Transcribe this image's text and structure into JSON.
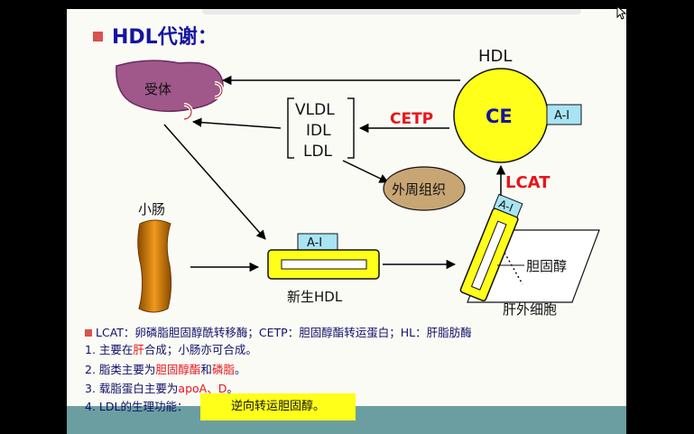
{
  "slide": {
    "title": "HDL代谢：",
    "labels": {
      "hdl": "HDL",
      "ce": "CE",
      "ai_hdl": "A-Ⅰ",
      "ai_nascent": "A-Ⅰ",
      "ai_cell": "A-Ⅰ",
      "cetp": "CETP",
      "lcat": "LCAT",
      "vldl": "VLDL",
      "idl": "IDL",
      "ldl": "LDL",
      "receptor": "受体",
      "intestine": "小肠",
      "peripheral": "外周组织",
      "nascent_hdl": "新生HDL",
      "cholesterol": "胆固醇",
      "extrahepatic": "肝外细胞"
    },
    "notes": {
      "definition": "LCAT：卵磷脂胆固醇酰转移酶；CETP：胆固醇酯转运蛋白；HL：肝脂肪酶",
      "point1_pre": "1. 主要在",
      "point1_red": "肝",
      "point1_post": "合成；小肠亦可合成。",
      "point2_pre": "2. 脂类主要为",
      "point2_red1": "胆固醇酯",
      "point2_mid": "和",
      "point2_red2": "磷脂",
      "point2_post": "。",
      "point3_pre": "3. 载脂蛋白主要为",
      "point3_red": "apoA、D",
      "point3_post": "。",
      "point4": "4. LDL的生理功能：",
      "answer": "逆向转运胆固醇。"
    },
    "colors": {
      "title": "#1414a0",
      "bullet": "#d9534f",
      "hdl_circle": "#ffff1a",
      "ai_box": "#a8e4f4",
      "liver": "#a0588a",
      "intestine": "#cc7a00",
      "peripheral": "#c8a674",
      "red_text": "#e8151b",
      "bottom_bar": "#6b9ea0"
    }
  }
}
